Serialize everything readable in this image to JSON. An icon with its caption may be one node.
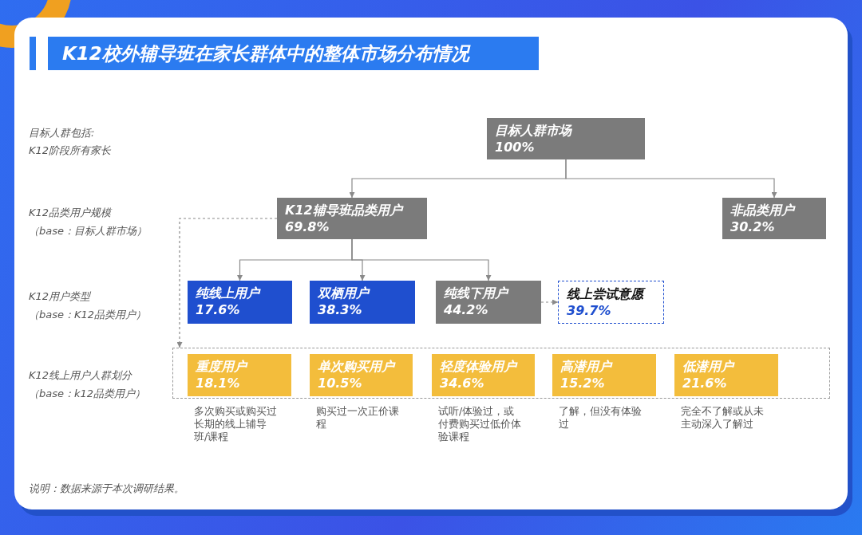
{
  "diagram": {
    "title": "K12校外辅导班在家长群体中的整体市场分布情况",
    "nodes": [
      {
        "text": [
          "目标人群市场",
          "100%"
        ]
      },
      {
        "text": [
          "K12辅导班品类用户",
          "69.8%"
        ]
      },
      {
        "text": [
          "非品类用户",
          "30.2%"
        ]
      },
      {
        "text": [
          "纯线上用户",
          "17.6%"
        ]
      },
      {
        "text": [
          "双栖用户",
          "38.3%"
        ]
      },
      {
        "text": [
          "纯线下用户",
          "44.2%"
        ]
      },
      {
        "text": [
          "线上尝试意愿",
          "39.7%"
        ]
      },
      {
        "text": [],
        "shape": "box"
      },
      {
        "text": [
          "重度用户",
          "18.1%"
        ],
        "in": 7,
        "beside": [
          "多次购买或购买过长期的线上辅导班/课程"
        ]
      },
      {
        "text": [
          "单次购买用户",
          "10.5%"
        ],
        "in": 7,
        "beside": [
          "购买过一次正价课程"
        ]
      },
      {
        "text": [
          "轻度体验用户",
          "34.6%"
        ],
        "in": 7,
        "beside": [
          "试听/体验过，或付费购买过低价体验课程"
        ]
      },
      {
        "text": [
          "高潜用户",
          "15.2%"
        ],
        "in": 7,
        "beside": [
          "了解，但没有体验过"
        ]
      },
      {
        "text": [
          "低潜用户",
          "21.6%"
        ],
        "in": 7,
        "beside": [
          "完全不了解或从未主动深入了解过"
        ]
      }
    ],
    "edges": [
      {
        "from": 0,
        "to": 1,
        "arrow": "to"
      },
      {
        "from": 0,
        "to": 2,
        "arrow": "to"
      },
      {
        "from": 1,
        "to": 3,
        "arrow": "to"
      },
      {
        "from": 1,
        "to": 4,
        "arrow": "to"
      },
      {
        "from": 1,
        "to": 5,
        "arrow": "to"
      },
      {
        "from": 5,
        "to": 6,
        "arrow": "to",
        "style": "dashed"
      },
      {
        "from": 1,
        "to": 7,
        "arrow": "to",
        "style": "dashed"
      }
    ],
    "labels": [
      "目标人群包括:",
      "K12阶段所有家长",
      "K12品类用户规模",
      "（base：目标人群市场）",
      "K12用户类型",
      "（base：K12品类用户）",
      "K12线上用户人群划分",
      "（base：k12品类用户）",
      "说明：数据来源于本次调研结果。"
    ]
  }
}
